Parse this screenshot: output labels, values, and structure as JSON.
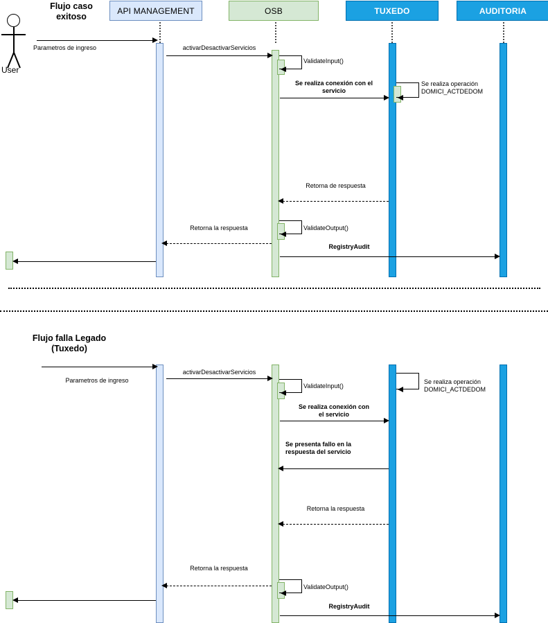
{
  "diagram": {
    "type": "uml-sequence-diagram",
    "title_top": "Flujo caso\nexitoso",
    "title_bottom": "Flujo falla Legado\n(Tuxedo)"
  },
  "colors": {
    "api_fill": "#dae8fc",
    "api_stroke": "#6c8ebf",
    "osb_fill": "#d5e8d4",
    "osb_stroke": "#82b366",
    "solid_blue_fill": "#1ba1e2",
    "solid_blue_stroke": "#006eaf",
    "line": "#000000"
  },
  "actor": {
    "label": "User"
  },
  "participants": [
    {
      "id": "api",
      "label": "API MANAGEMENT",
      "style": "blue-light"
    },
    {
      "id": "osb",
      "label": "OSB",
      "style": "green"
    },
    {
      "id": "tuxedo",
      "label": "TUXEDO",
      "style": "blue-solid"
    },
    {
      "id": "auditoria",
      "label": "AUDITORIA",
      "style": "blue-solid"
    }
  ],
  "flows": [
    {
      "id": "flow-exitoso",
      "title": "Flujo caso\nexitoso",
      "messages": [
        {
          "id": "m1",
          "label": "Parametros de ingreso",
          "kind": "call",
          "from": "user",
          "to": "api"
        },
        {
          "id": "m2",
          "label": "activarDesactivarServicios",
          "kind": "call",
          "from": "api",
          "to": "osb"
        },
        {
          "id": "m3",
          "label": "ValidateInput()",
          "kind": "self",
          "from": "osb",
          "to": "osb"
        },
        {
          "id": "m4",
          "label": "Se realiza conexión con el\nservicio",
          "kind": "call",
          "from": "osb",
          "to": "tuxedo"
        },
        {
          "id": "m5",
          "label": "Se realiza operación\nDOMICI_ACTDEDOM",
          "kind": "self",
          "from": "tuxedo",
          "to": "tuxedo"
        },
        {
          "id": "m6",
          "label": "Retorna de respuesta",
          "kind": "return",
          "from": "tuxedo",
          "to": "osb"
        },
        {
          "id": "m7",
          "label": "ValidateOutput()",
          "kind": "self",
          "from": "osb",
          "to": "osb"
        },
        {
          "id": "m8",
          "label": "Retorna la respuesta",
          "kind": "return",
          "from": "osb",
          "to": "api"
        },
        {
          "id": "m9",
          "label": "RegistryAudit",
          "kind": "call",
          "from": "osb",
          "to": "auditoria"
        },
        {
          "id": "m10",
          "label": "",
          "kind": "return",
          "from": "api",
          "to": "user"
        }
      ]
    },
    {
      "id": "flow-falla",
      "title": "Flujo falla Legado\n(Tuxedo)",
      "messages": [
        {
          "id": "n1",
          "label": "Parametros de ingreso",
          "kind": "call",
          "from": "user",
          "to": "api"
        },
        {
          "id": "n2",
          "label": "activarDesactivarServicios",
          "kind": "call",
          "from": "api",
          "to": "osb"
        },
        {
          "id": "n3",
          "label": "ValidateInput()",
          "kind": "self",
          "from": "osb",
          "to": "osb"
        },
        {
          "id": "n4",
          "label": "Se realiza operación\nDOMICI_ACTDEDOM",
          "kind": "self",
          "from": "tuxedo",
          "to": "tuxedo"
        },
        {
          "id": "n5",
          "label": "Se realiza conexión con\nel servicio",
          "kind": "call",
          "from": "osb",
          "to": "tuxedo"
        },
        {
          "id": "n6",
          "label": "Se presenta fallo en la\nrespuesta del servicio",
          "kind": "call",
          "from": "tuxedo",
          "to": "osb"
        },
        {
          "id": "n7",
          "label": "Retorna la respuesta",
          "kind": "return",
          "from": "tuxedo",
          "to": "osb"
        },
        {
          "id": "n8",
          "label": "Retorna la respuesta",
          "kind": "return",
          "from": "osb",
          "to": "api"
        },
        {
          "id": "n9",
          "label": "ValidateOutput()",
          "kind": "self",
          "from": "osb",
          "to": "osb"
        },
        {
          "id": "n10",
          "label": "RegistryAudit",
          "kind": "call",
          "from": "osb",
          "to": "auditoria"
        },
        {
          "id": "n11",
          "label": "",
          "kind": "return",
          "from": "api",
          "to": "user"
        }
      ]
    }
  ],
  "labels": {
    "parametros_de_ingreso": "Parametros de ingreso",
    "activar_desactivar_servicios": "activarDesactivarServicios",
    "validate_input": "ValidateInput()",
    "validate_input_lc": "ValidateInput()",
    "conexion_servicio_top": "Se realiza conexión con el\nservicio",
    "conexion_servicio_bottom": "Se realiza conexión con\nel servicio",
    "operacion_domici": "Se realiza operación\nDOMICI_ACTDEDOM",
    "retorna_de_respuesta": "Retorna de respuesta",
    "retorna_la_respuesta": "Retorna la respuesta",
    "validate_output": "ValidateOutput()",
    "registry_audit": "RegistryAudit",
    "fallo_servicio": "Se presenta fallo en la\nrespuesta del servicio"
  }
}
